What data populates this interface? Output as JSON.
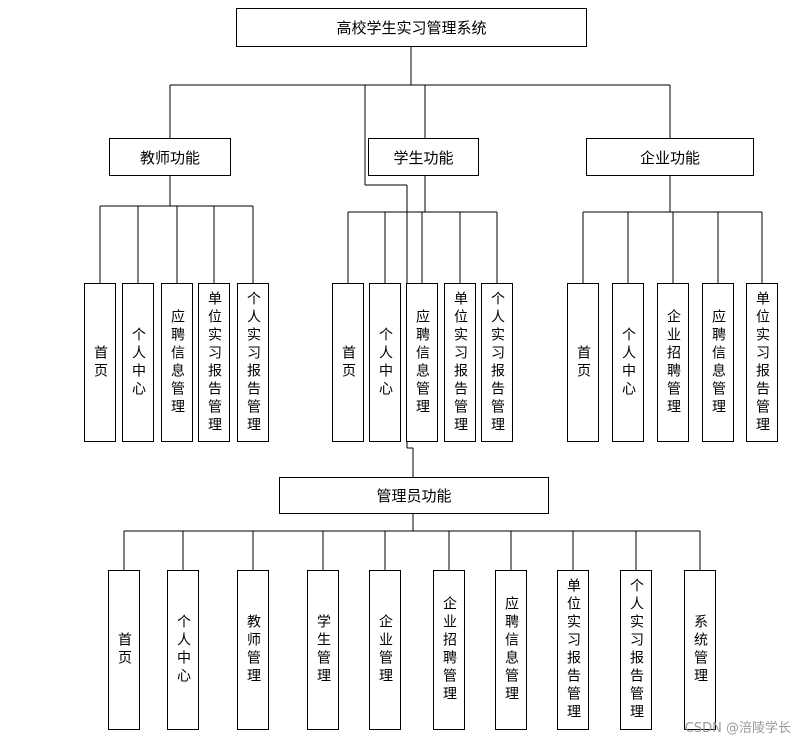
{
  "title": "高校学生实习管理系统",
  "teacher": {
    "title": "教师功能",
    "items": [
      "首页",
      "个人中心",
      "应聘信息管理",
      "单位实习报告管理",
      "个人实习报告管理"
    ]
  },
  "student": {
    "title": "学生功能",
    "items": [
      "首页",
      "个人中心",
      "应聘信息管理",
      "单位实习报告管理",
      "个人实习报告管理"
    ]
  },
  "company": {
    "title": "企业功能",
    "items": [
      "首页",
      "个人中心",
      "企业招聘管理",
      "应聘信息管理",
      "单位实习报告管理"
    ]
  },
  "admin": {
    "title": "管理员功能",
    "items": [
      "首页",
      "个人中心",
      "教师管理",
      "学生管理",
      "企业管理",
      "企业招聘管理",
      "应聘信息管理",
      "单位实习报告管理",
      "个人实习报告管理",
      "系统管理"
    ]
  },
  "watermark": "CSDN @涪陵学长"
}
